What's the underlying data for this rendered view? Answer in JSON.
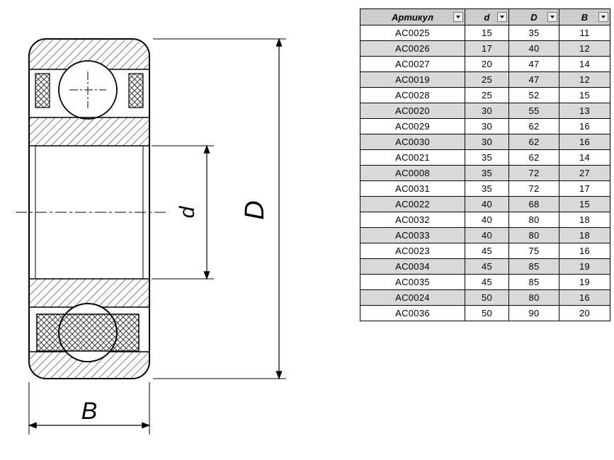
{
  "drawing": {
    "dim_labels": {
      "B": "B",
      "d": "d",
      "D": "D"
    }
  },
  "table": {
    "columns": [
      {
        "key": "article",
        "label": "Артикул"
      },
      {
        "key": "d",
        "label": "d"
      },
      {
        "key": "D",
        "label": "D"
      },
      {
        "key": "B",
        "label": "B"
      }
    ],
    "rows": [
      [
        "AC0025",
        "15",
        "35",
        "11"
      ],
      [
        "AC0026",
        "17",
        "40",
        "12"
      ],
      [
        "AC0027",
        "20",
        "47",
        "14"
      ],
      [
        "AC0019",
        "25",
        "47",
        "12"
      ],
      [
        "AC0028",
        "25",
        "52",
        "15"
      ],
      [
        "AC0020",
        "30",
        "55",
        "13"
      ],
      [
        "AC0029",
        "30",
        "62",
        "16"
      ],
      [
        "AC0030",
        "30",
        "62",
        "16"
      ],
      [
        "AC0021",
        "35",
        "62",
        "14"
      ],
      [
        "AC0008",
        "35",
        "72",
        "27"
      ],
      [
        "AC0031",
        "35",
        "72",
        "17"
      ],
      [
        "AC0022",
        "40",
        "68",
        "15"
      ],
      [
        "AC0032",
        "40",
        "80",
        "18"
      ],
      [
        "AC0033",
        "40",
        "80",
        "18"
      ],
      [
        "AC0023",
        "45",
        "75",
        "16"
      ],
      [
        "AC0034",
        "45",
        "85",
        "19"
      ],
      [
        "AC0035",
        "45",
        "85",
        "19"
      ],
      [
        "AC0024",
        "50",
        "80",
        "16"
      ],
      [
        "AC0036",
        "50",
        "90",
        "20"
      ]
    ]
  },
  "colors": {
    "table-header-bg": "#cdcdcd",
    "table-row-alt-bg": "#d9d9d9",
    "table-border": "#000000",
    "line": "#1a1a1a"
  }
}
